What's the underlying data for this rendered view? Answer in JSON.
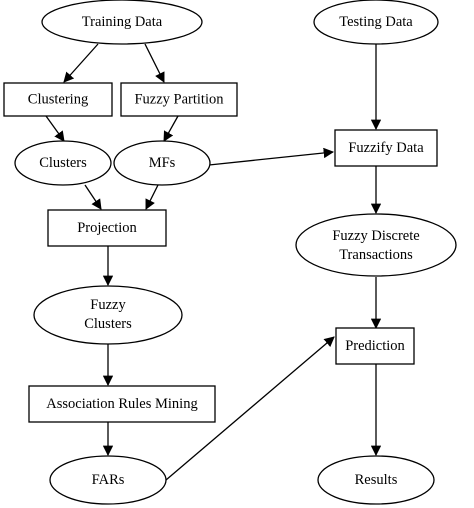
{
  "nodes": {
    "training_data": "Training Data",
    "testing_data": "Testing Data",
    "clustering": "Clustering",
    "fuzzy_partition": "Fuzzy Partition",
    "clusters": "Clusters",
    "mfs": "MFs",
    "fuzzify_data": "Fuzzify Data",
    "projection": "Projection",
    "fuzzy_discrete_line1": "Fuzzy Discrete",
    "fuzzy_discrete_line2": "Transactions",
    "fuzzy_clusters_line1": "Fuzzy",
    "fuzzy_clusters_line2": "Clusters",
    "prediction": "Prediction",
    "association_rules_mining": "Association Rules Mining",
    "fars": "FARs",
    "results": "Results"
  }
}
